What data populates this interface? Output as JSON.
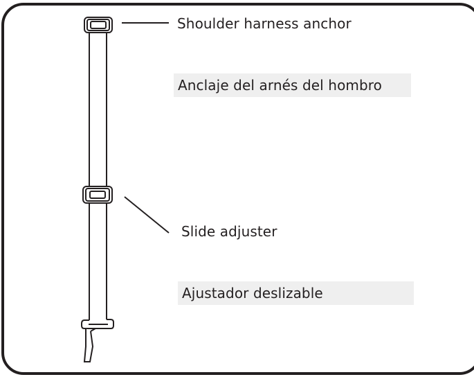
{
  "callouts": {
    "shoulder_anchor_en": "Shoulder harness anchor",
    "shoulder_anchor_es": "Anclaje del arnés del hombro",
    "slide_adjuster_en": "Slide adjuster",
    "slide_adjuster_es": "Ajustador deslizable"
  },
  "colors": {
    "line": "#231f20",
    "translation_bg": "#efefef",
    "background": "#ffffff"
  }
}
